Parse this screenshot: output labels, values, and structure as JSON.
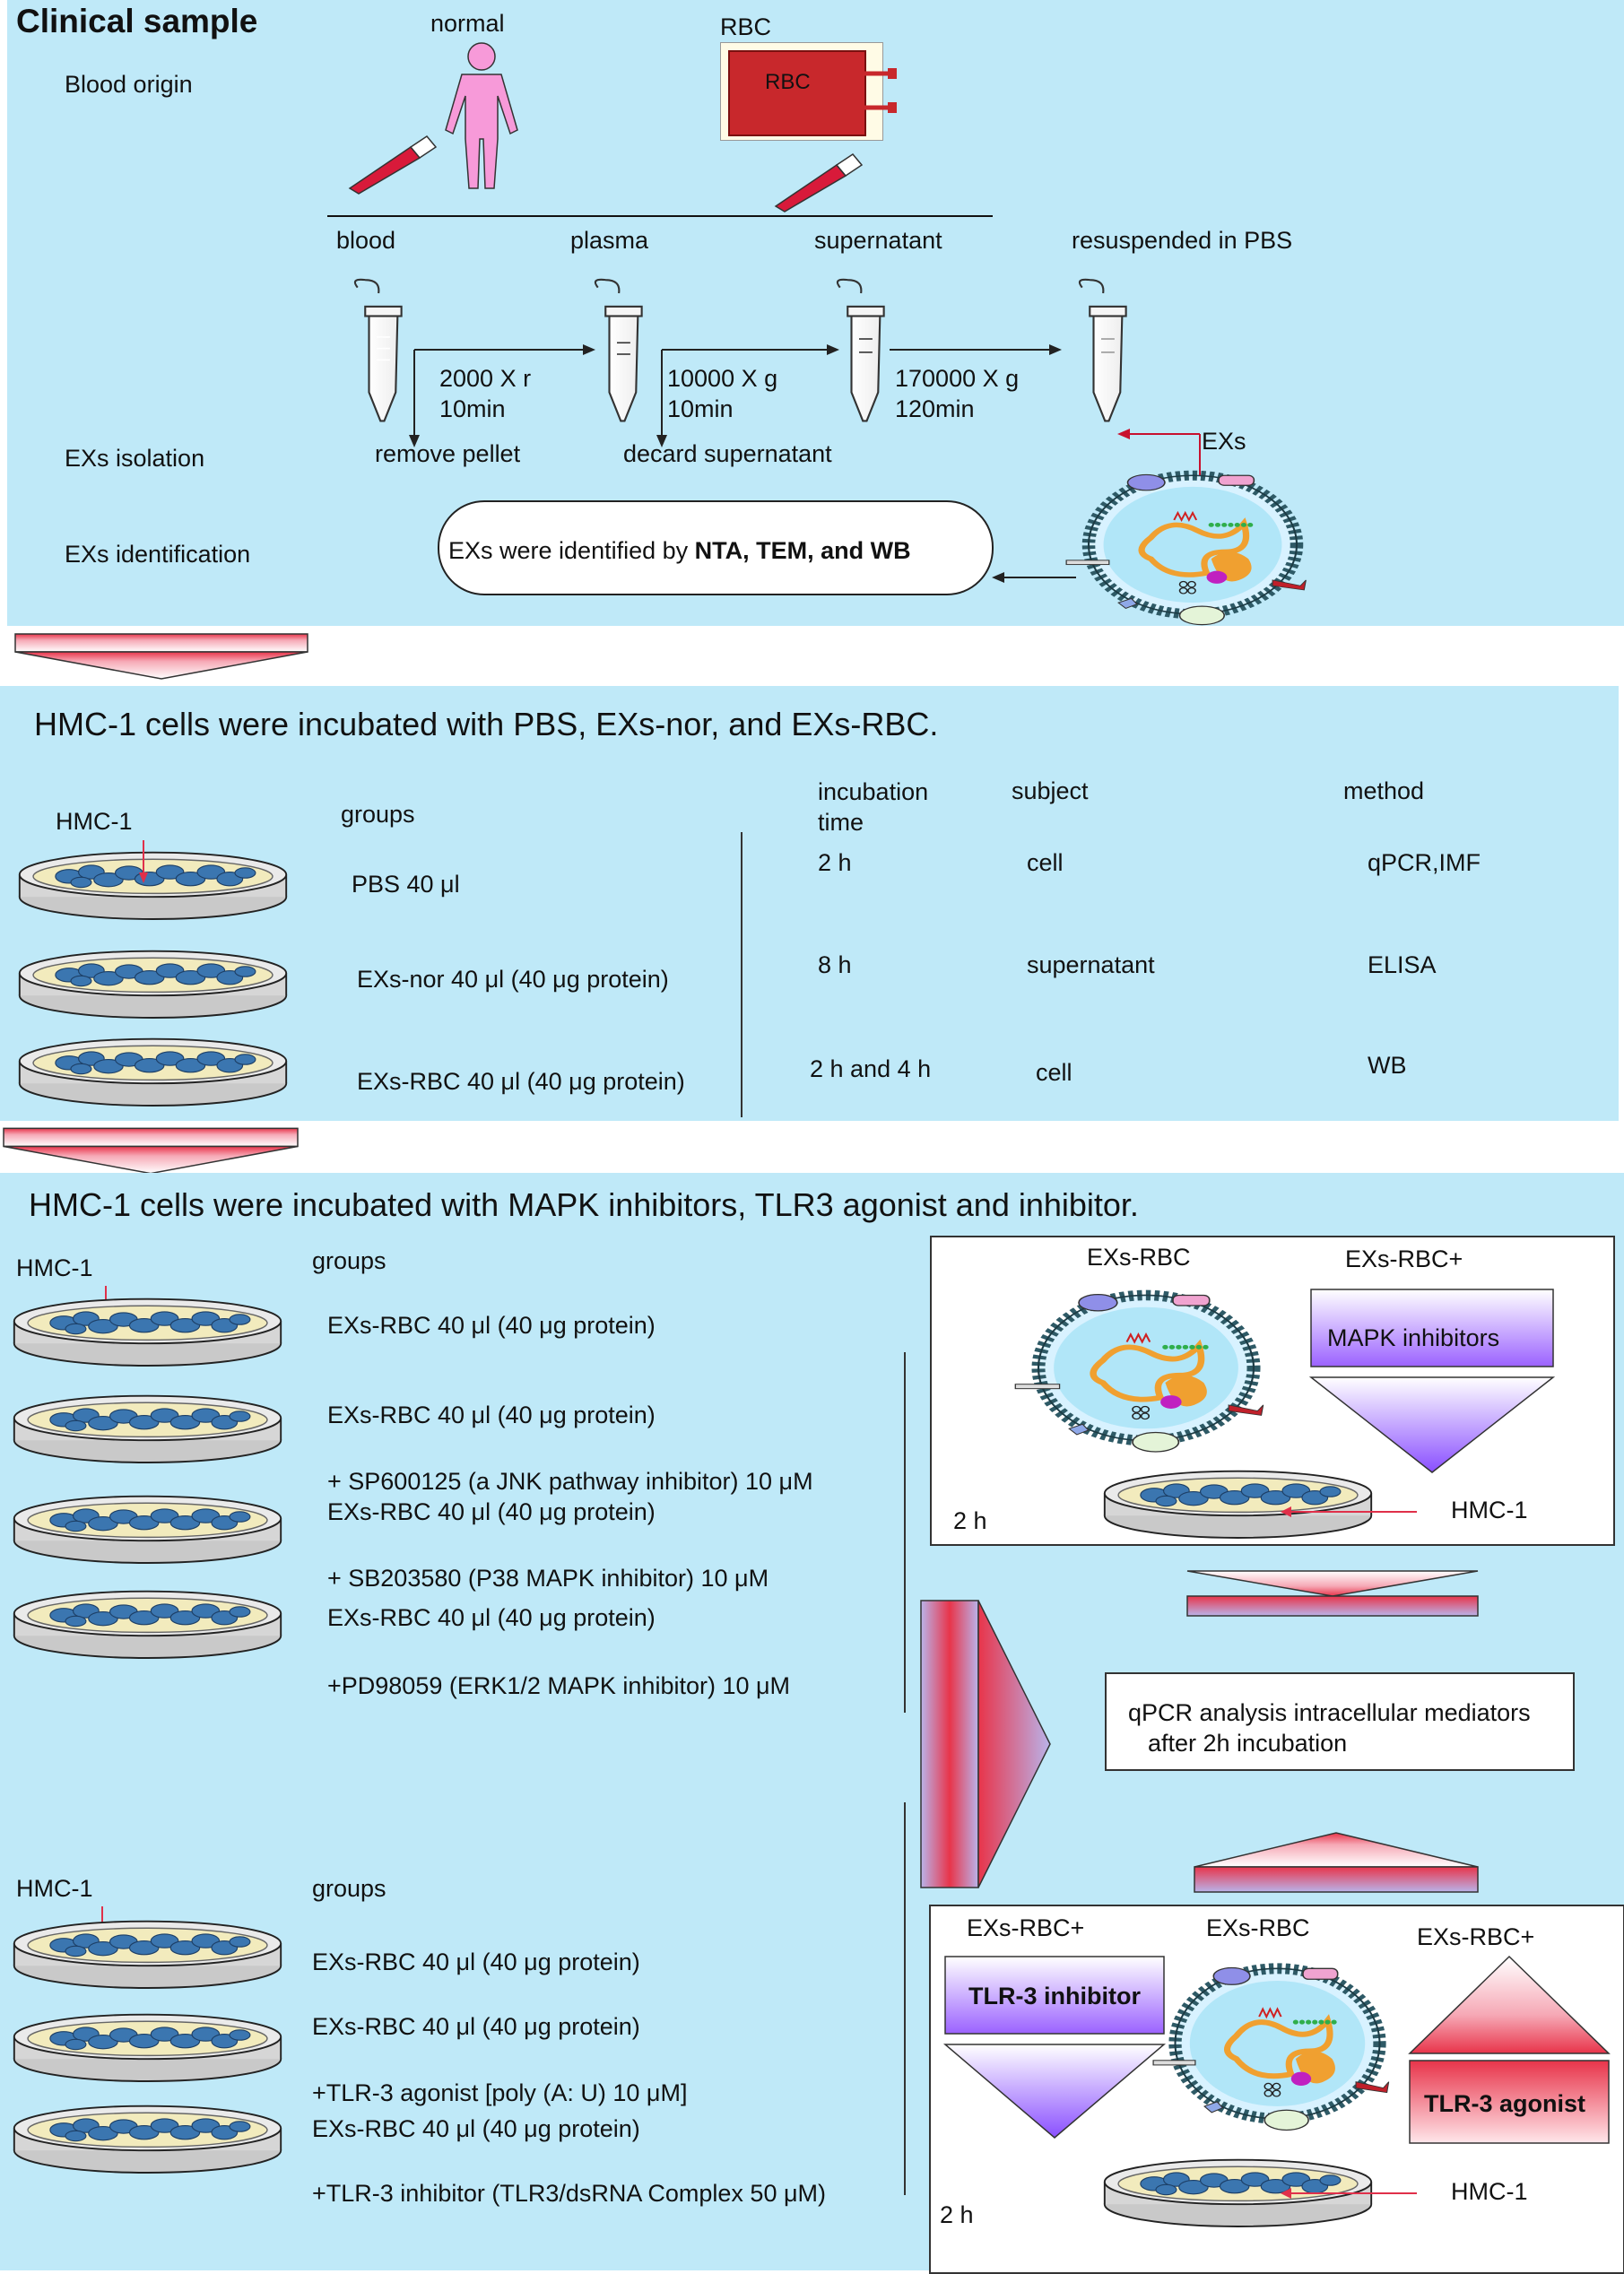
{
  "top": {
    "title": "Clinical sample",
    "normal": "normal",
    "rbc_top": "RBC",
    "rbc_bag": "RBC",
    "blood_origin": "Blood origin",
    "blood": "blood",
    "plasma": "plasma",
    "supernatant": "supernatant",
    "resuspended": "resuspended in PBS",
    "spin1_a": "2000 X r",
    "spin1_b": "10min",
    "spin2_a": "10000  X g",
    "spin2_b": "10min",
    "spin3_a": "170000 X g",
    "spin3_b": "120min",
    "remove_pellet": "remove pellet",
    "decard": "decard supernatant",
    "exs_isolation": "EXs isolation",
    "exs_identification": "EXs identification",
    "exs_label": "EXs",
    "identified_prefix": "EXs were identified by ",
    "identified_bold": "NTA, TEM, and WB"
  },
  "mid": {
    "title": "HMC-1 cells were incubated with PBS, EXs-nor, and EXs-RBC.",
    "hmc": "HMC-1",
    "groups": "groups",
    "col_time_1": "incubation",
    "col_time_2": "time",
    "col_subject": "subject",
    "col_method": "method",
    "rows": [
      {
        "group": "PBS 40 μl",
        "time": "2 h",
        "subject": "cell",
        "method": "qPCR,IMF"
      },
      {
        "group": "EXs-nor 40 μl (40 μg protein)",
        "time": "8 h",
        "subject": "supernatant",
        "method": "ELISA"
      },
      {
        "group": "EXs-RBC 40 μl (40 μg protein)",
        "time": "2 h and 4 h",
        "subject": "cell",
        "method": "WB"
      }
    ]
  },
  "bottom": {
    "title": "HMC-1 cells were incubated with MAPK inhibitors, TLR3 agonist and inhibitor.",
    "hmc_a": "HMC-1",
    "groups_a": "groups",
    "mapk_lines": [
      "EXs-RBC 40 μl (40 μg protein)",
      "EXs-RBC 40 μl (40 μg protein)",
      "+ SP600125 (a JNK pathway inhibitor) 10 μM",
      "EXs-RBC 40 μl (40 μg protein)",
      "+  SB203580 (P38 MAPK  inhibitor) 10 μM",
      "EXs-RBC 40 μl (40 μg protein)",
      "+PD98059 (ERK1/2 MAPK inhibitor) 10 μM"
    ],
    "hmc_b": "HMC-1",
    "groups_b": "groups",
    "tlr_lines": [
      "EXs-RBC 40 μl (40 μg protein)",
      "EXs-RBC 40 μl (40 μg protein)",
      "+TLR-3 agonist [poly (A: U) 10 μM]",
      "EXs-RBC 40 μl (40 μg protein)",
      "+TLR-3 inhibitor (TLR3/dsRNA Complex 50 μM)"
    ],
    "box1": {
      "exs_rbc": "EXs-RBC",
      "exs_rbc_plus": "EXs-RBC+",
      "mapk": "MAPK  inhibitors",
      "hmc": "HMC-1",
      "time": "2 h"
    },
    "qpcr_1": "qPCR  analysis intracellular mediators",
    "qpcr_2": "after  2h incubation",
    "box2": {
      "exs_rbc_plus_a": "EXs-RBC+",
      "exs_rbc": "EXs-RBC",
      "exs_rbc_plus_b": "EXs-RBC+",
      "inhibitor": "TLR-3 inhibitor",
      "agonist": "TLR-3 agonist",
      "hmc": "HMC-1",
      "time": "2 h"
    }
  },
  "colors": {
    "panel": "#bfe9f8",
    "red": "#c8102e",
    "purple": "#8a4fff"
  }
}
